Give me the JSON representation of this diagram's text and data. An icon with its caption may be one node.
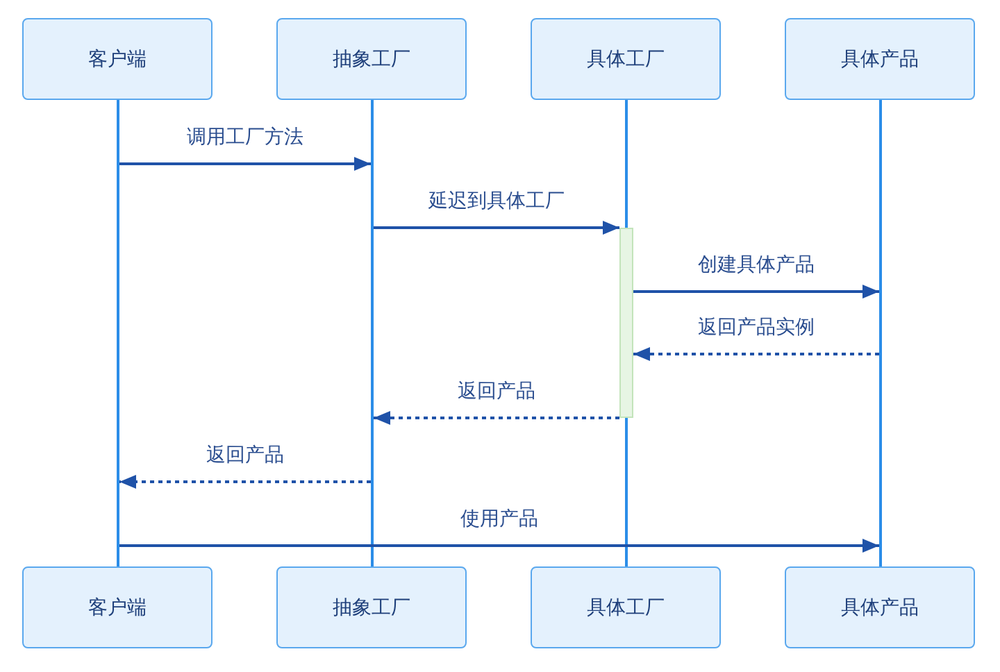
{
  "diagram": {
    "nodes": [
      {
        "text": [
          "客户端"
        ]
      },
      {
        "text": [
          "抽象工厂"
        ]
      },
      {
        "text": [
          "具体工厂"
        ]
      },
      {
        "text": [
          "具体产品"
        ]
      },
      {
        "text": [],
        "shape": "line"
      },
      {
        "text": [],
        "shape": "line"
      },
      {
        "text": [],
        "shape": "line"
      },
      {
        "text": [],
        "shape": "line"
      },
      {
        "text": [],
        "shape": "bar"
      },
      {
        "text": [
          "客户端"
        ]
      },
      {
        "text": [
          "抽象工厂"
        ]
      },
      {
        "text": [
          "具体工厂"
        ]
      },
      {
        "text": [
          "具体产品"
        ]
      }
    ],
    "edges": [
      {
        "from": 4,
        "to": 5,
        "arrow": "to",
        "label": "调用工厂方法"
      },
      {
        "from": 5,
        "to": 8,
        "arrow": "to",
        "label": "延迟到具体工厂"
      },
      {
        "from": 8,
        "to": 7,
        "arrow": "to",
        "label": "创建具体产品"
      },
      {
        "from": 7,
        "to": 8,
        "arrow": "to",
        "label": "返回产品实例",
        "style": "dashed"
      },
      {
        "from": 8,
        "to": 5,
        "arrow": "to",
        "label": "返回产品",
        "style": "dashed"
      },
      {
        "from": 5,
        "to": 4,
        "arrow": "to",
        "label": "返回产品",
        "style": "dashed"
      },
      {
        "from": 4,
        "to": 7,
        "arrow": "to",
        "label": "使用产品"
      }
    ]
  }
}
